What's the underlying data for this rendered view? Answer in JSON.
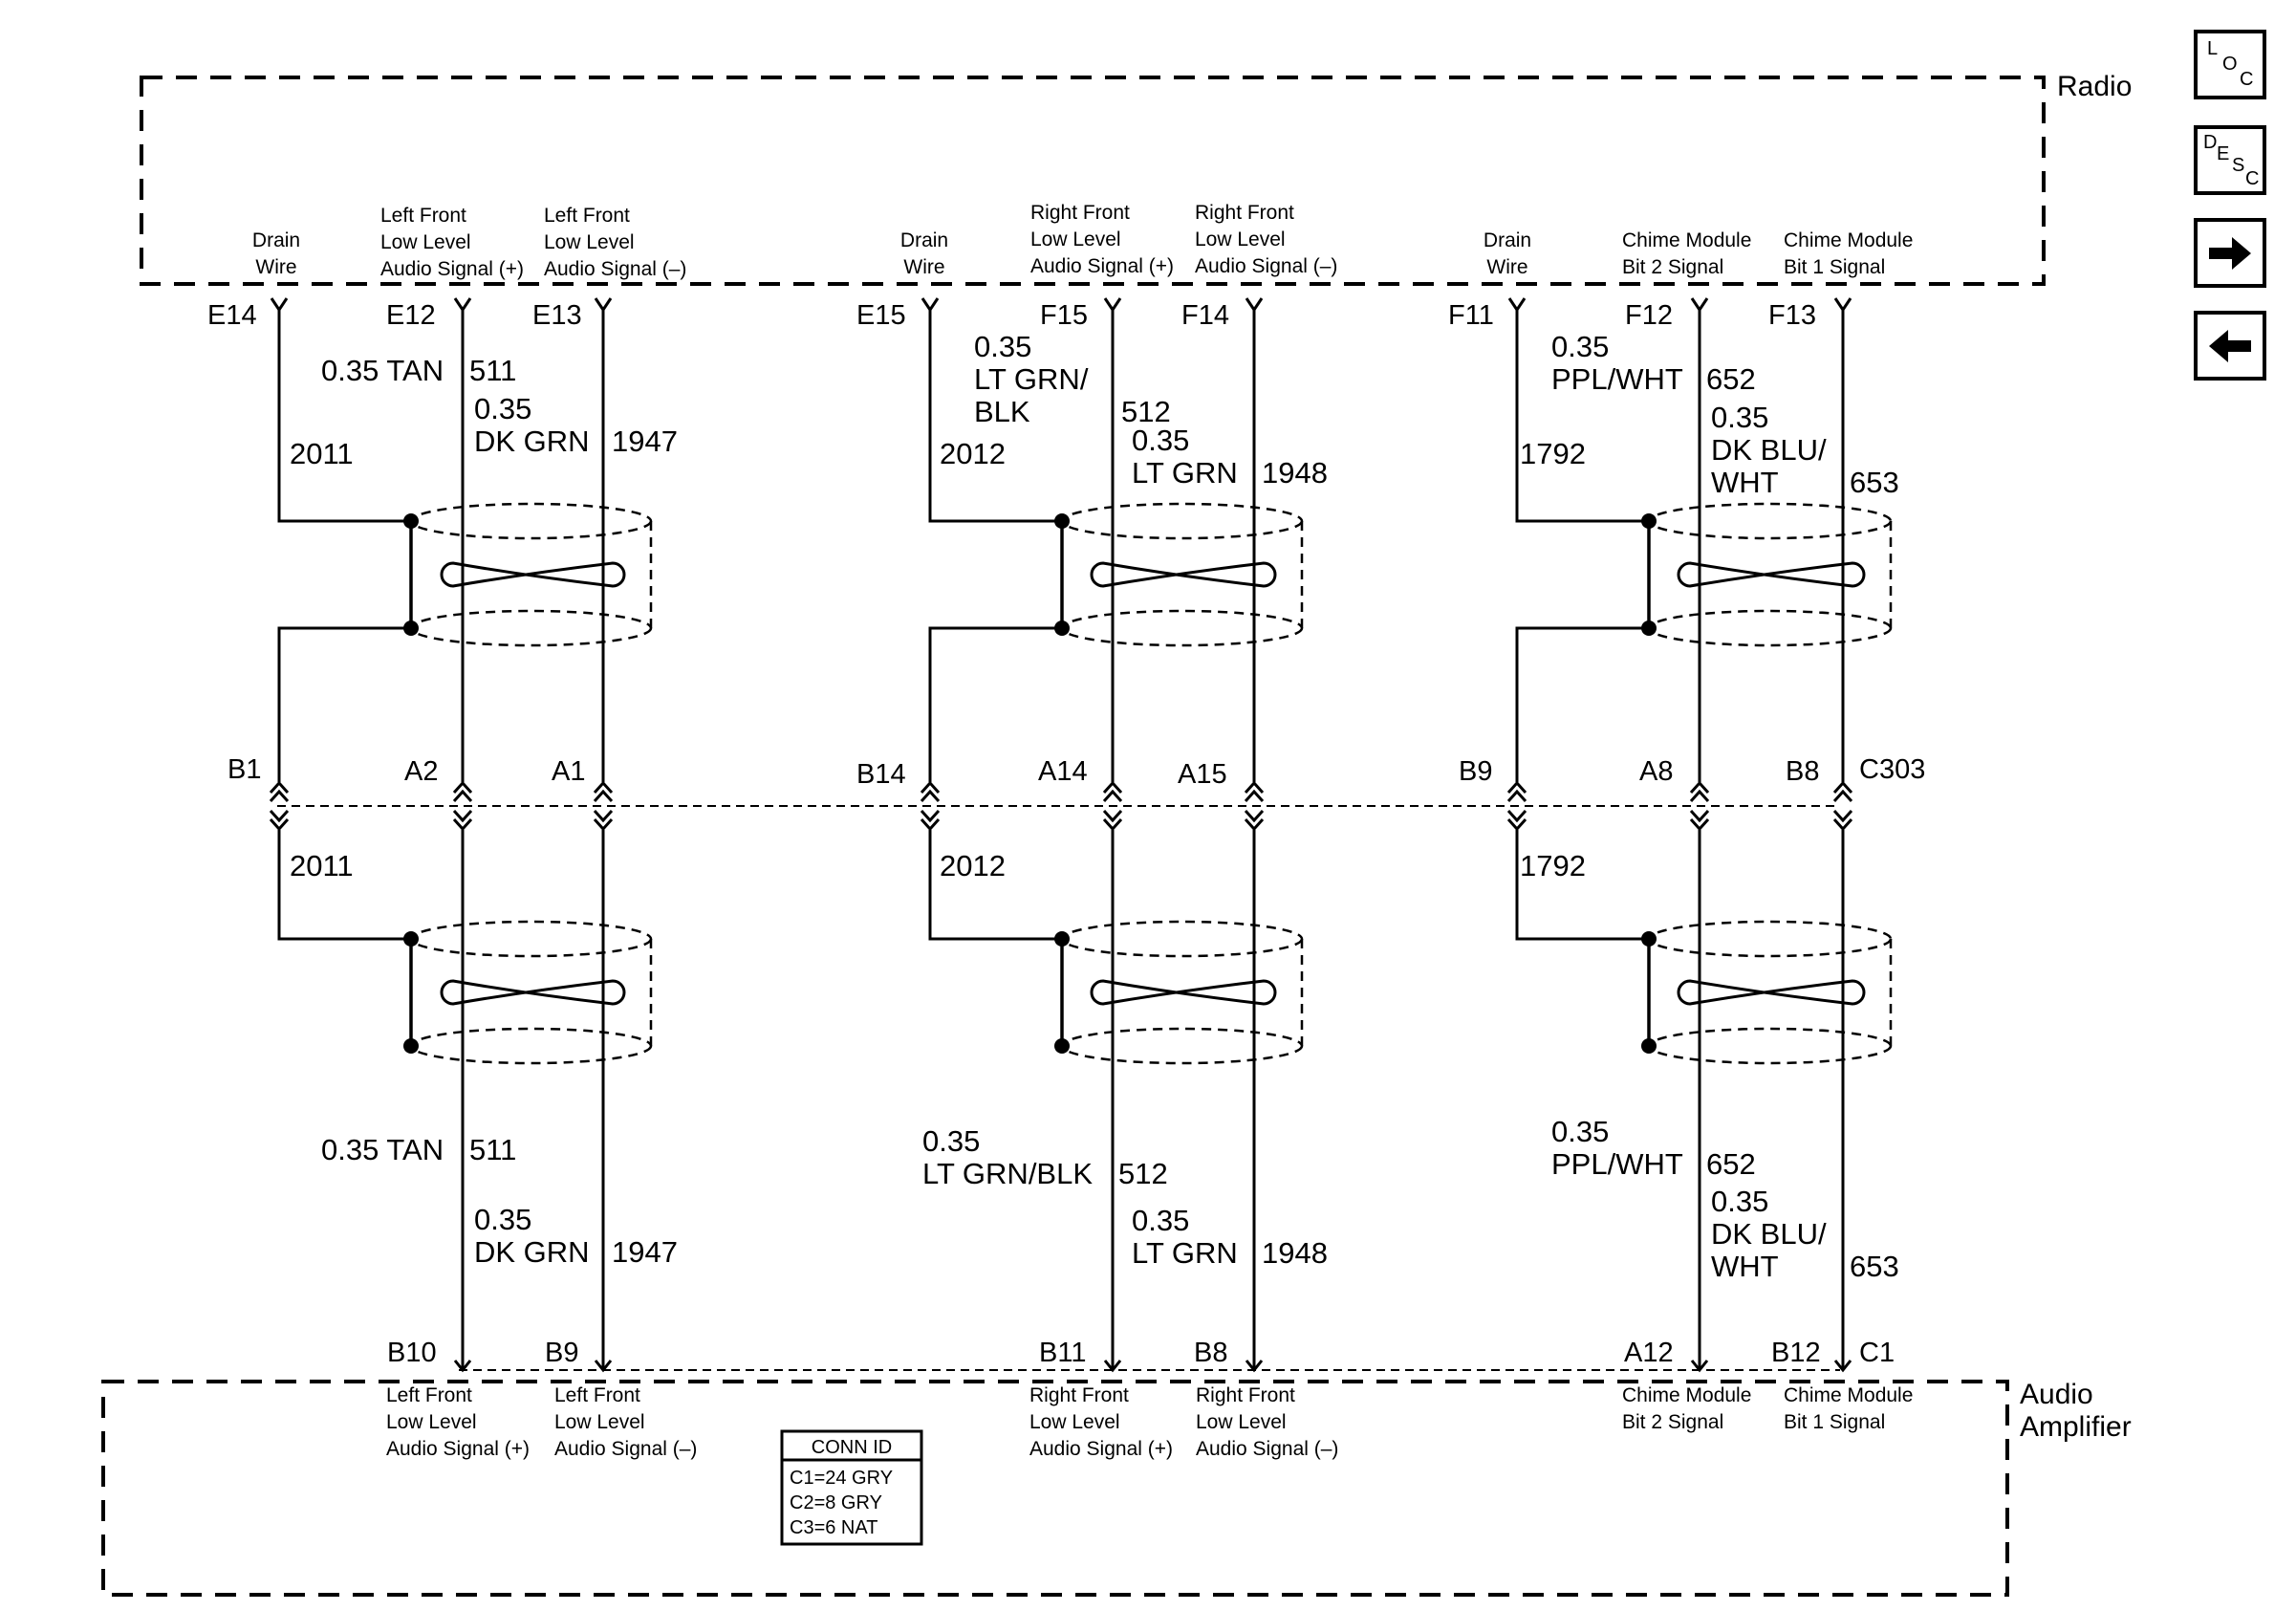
{
  "radio": {
    "title": "Radio",
    "cells": [
      {
        "key": "drain_left",
        "lines": [
          "Drain",
          "Wire"
        ]
      },
      {
        "key": "lf_pos",
        "lines": [
          "Left Front",
          "Low Level",
          "Audio Signal (+)"
        ]
      },
      {
        "key": "lf_neg",
        "lines": [
          "Left Front",
          "Low Level",
          "Audio Signal (–)"
        ]
      },
      {
        "key": "drain_mid",
        "lines": [
          "Drain",
          "Wire"
        ]
      },
      {
        "key": "rf_pos",
        "lines": [
          "Right Front",
          "Low Level",
          "Audio Signal (+)"
        ]
      },
      {
        "key": "rf_neg",
        "lines": [
          "Right Front",
          "Low Level",
          "Audio Signal (–)"
        ]
      },
      {
        "key": "drain_right",
        "lines": [
          "Drain",
          "Wire"
        ]
      },
      {
        "key": "chime_b2",
        "lines": [
          "Chime Module",
          "Bit 2 Signal"
        ]
      },
      {
        "key": "chime_b1",
        "lines": [
          "Chime Module",
          "Bit 1 Signal"
        ]
      }
    ],
    "pins": [
      "E14",
      "E12",
      "E13",
      "E15",
      "F15",
      "F14",
      "F11",
      "F12",
      "F13"
    ]
  },
  "amplifier": {
    "title_lines": [
      "Audio",
      "Amplifier"
    ],
    "cells": [
      {
        "key": "lf_pos",
        "lines": [
          "Left Front",
          "Low Level",
          "Audio Signal (+)"
        ]
      },
      {
        "key": "lf_neg",
        "lines": [
          "Left Front",
          "Low Level",
          "Audio Signal (–)"
        ]
      },
      {
        "key": "rf_pos",
        "lines": [
          "Right Front",
          "Low Level",
          "Audio Signal (+)"
        ]
      },
      {
        "key": "rf_neg",
        "lines": [
          "Right Front",
          "Low Level",
          "Audio Signal (–)"
        ]
      },
      {
        "key": "chime_b2",
        "lines": [
          "Chime Module",
          "Bit 2 Signal"
        ]
      },
      {
        "key": "chime_b1",
        "lines": [
          "Chime Module",
          "Bit 1 Signal"
        ]
      }
    ],
    "pins": [
      "B10",
      "B9",
      "B11",
      "B8",
      "A12",
      "B12"
    ],
    "connector_label": "C1"
  },
  "inline_connector": {
    "name": "C303",
    "pins": [
      "B1",
      "A2",
      "A1",
      "B14",
      "A14",
      "A15",
      "B9",
      "A8",
      "B8"
    ]
  },
  "wire_labels_upper": [
    {
      "lines": [
        "0.35 TAN"
      ],
      "circuit": "511"
    },
    {
      "lines": [
        "0.35",
        "DK GRN"
      ],
      "circuit": "1947"
    },
    {
      "lines": [
        "2011"
      ],
      "circuit": ""
    },
    {
      "lines": [
        "0.35",
        "LT GRN/",
        "BLK"
      ],
      "circuit": "512"
    },
    {
      "lines": [
        "0.35",
        "LT GRN"
      ],
      "circuit": "1948"
    },
    {
      "lines": [
        "2012"
      ],
      "circuit": ""
    },
    {
      "lines": [
        "0.35",
        "PPL/WHT"
      ],
      "circuit": "652"
    },
    {
      "lines": [
        "0.35",
        "DK BLU/",
        "WHT"
      ],
      "circuit": "653"
    },
    {
      "lines": [
        "1792"
      ],
      "circuit": ""
    }
  ],
  "wire_labels_lower": [
    {
      "lines": [
        "2011"
      ],
      "circuit": ""
    },
    {
      "lines": [
        "2012"
      ],
      "circuit": ""
    },
    {
      "lines": [
        "1792"
      ],
      "circuit": ""
    },
    {
      "lines": [
        "0.35 TAN"
      ],
      "circuit": "511"
    },
    {
      "lines": [
        "0.35",
        "DK GRN"
      ],
      "circuit": "1947"
    },
    {
      "lines": [
        "0.35",
        "LT GRN/BLK"
      ],
      "circuit": "512"
    },
    {
      "lines": [
        "0.35",
        "LT GRN"
      ],
      "circuit": "1948"
    },
    {
      "lines": [
        "0.35",
        "PPL/WHT"
      ],
      "circuit": "652"
    },
    {
      "lines": [
        "0.35",
        "DK BLU/",
        "WHT"
      ],
      "circuit": "653"
    }
  ],
  "conn_id": {
    "title": "CONN ID",
    "rows": [
      "C1=24 GRY",
      "C2=8 GRY",
      "C3=6 NAT"
    ]
  },
  "nav": {
    "loc": {
      "letters": [
        "L",
        "O",
        "C"
      ],
      "icon": "loc-icon"
    },
    "desc": {
      "letters": [
        "D",
        "E",
        "S",
        "C"
      ],
      "icon": "desc-icon"
    },
    "next": {
      "icon": "arrow-right-icon"
    },
    "prev": {
      "icon": "arrow-left-icon"
    }
  }
}
